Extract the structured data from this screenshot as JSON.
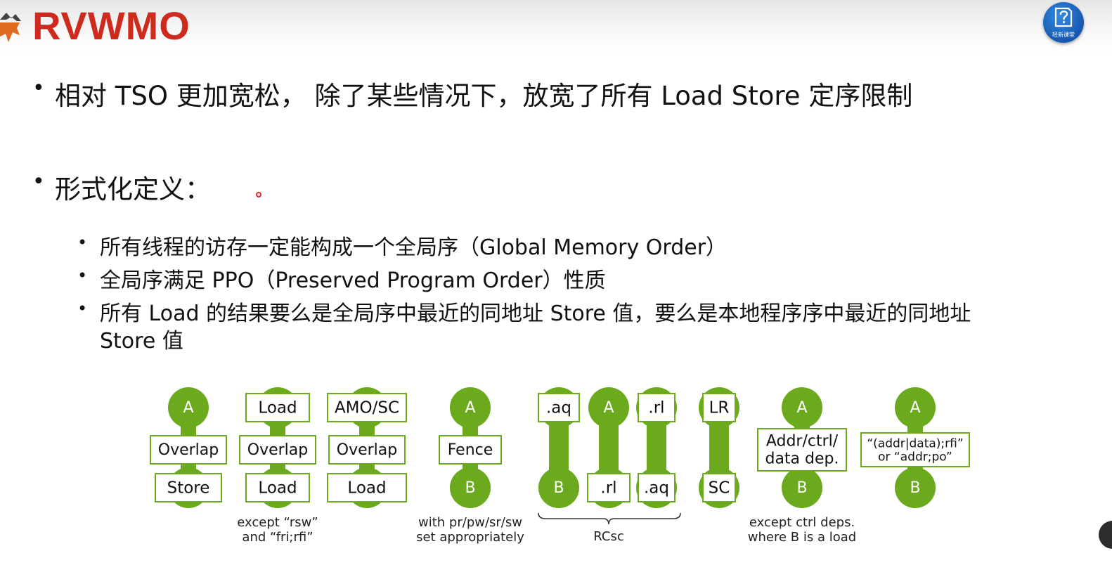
{
  "slide": {
    "title": "RVWMO",
    "badge_label": "轻新课堂",
    "bullets": [
      "相对 TSO 更加宽松，  除了某些情况下，放宽了所有 Load Store 定序限制",
      "形式化定义："
    ],
    "sub_bullets": [
      "所有线程的访存一定能构成一个全局序（Global Memory Order）",
      "全局序满足 PPO（Preserved Program Order）性质",
      "所有 Load 的结果要么是全局序中最近的同地址 Store 值，要么是本地程序序中最近的同地址",
      "Store 值"
    ]
  },
  "diagram": {
    "accent": "#6aaa1c",
    "columns": [
      {
        "top": "A",
        "middle": "Overlap",
        "bottom": "Store",
        "note": []
      },
      {
        "top": "Load",
        "middle": "Overlap",
        "bottom": "Load",
        "note": [
          "except “rsw”",
          "and “fri;rfi”"
        ]
      },
      {
        "top": "AMO/SC",
        "middle": "Overlap",
        "bottom": "Load",
        "note": []
      },
      {
        "top": "A",
        "middle": "Fence",
        "bottom": "B",
        "note": [
          "with pr/pw/sr/sw",
          "set appropriately"
        ]
      },
      {
        "top": ".aq",
        "bottom": "B"
      },
      {
        "top": "A",
        "bottom": ".rl"
      },
      {
        "top": ".rl",
        "bottom": ".aq"
      },
      {
        "top": "LR",
        "bottom": "SC"
      },
      {
        "top": "A",
        "middle": [
          "Addr/ctrl/",
          "data dep."
        ],
        "bottom": "B",
        "note": [
          "except ctrl deps.",
          "where B is a load"
        ]
      },
      {
        "top": "A",
        "middle": [
          "“(addr|data);rfi”",
          "or “addr;po”"
        ],
        "bottom": "B"
      }
    ],
    "brace_label": "RCsc"
  },
  "colors": {
    "title": "#cf2a1e",
    "green": "#6aaa1c",
    "badge": "#1f6fd0"
  }
}
